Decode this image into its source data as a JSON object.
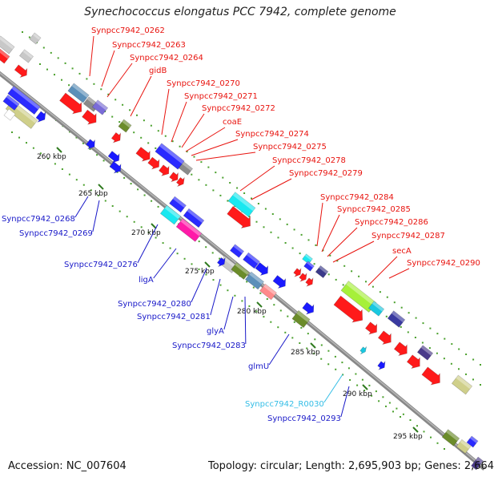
{
  "title": "Synechococcus elongatus PCC 7942, complete genome",
  "footer": {
    "accession": "Accession: NC_007604",
    "summary": "Topology: circular; Length: 2,695,903 bp; Genes: 2,664"
  },
  "colors": {
    "backbone": "#8c8c8c",
    "tick": "#2f7a1f",
    "dot": "#4aa02c",
    "label_top": "#e8130e",
    "label_bottom": "#1818c8",
    "label_rna": "#33bde6",
    "forward": "#ff1a1a",
    "reverse": "#1a1aff"
  },
  "ticks": [
    "260 kbp",
    "265 kbp",
    "270 kbp",
    "275 kbp",
    "280 kbp",
    "285 kbp",
    "290 kbp",
    "295 kbp"
  ],
  "top_labels": [
    "Synpcc7942_0262",
    "Synpcc7942_0263",
    "Synpcc7942_0264",
    "gidB",
    "Synpcc7942_0270",
    "Synpcc7942_0271",
    "Synpcc7942_0272",
    "coaE",
    "Synpcc7942_0274",
    "Synpcc7942_0275",
    "Synpcc7942_0278",
    "Synpcc7942_0279",
    "Synpcc7942_0284",
    "Synpcc7942_0285",
    "Synpcc7942_0286",
    "Synpcc7942_0287",
    "secA",
    "Synpcc7942_0290"
  ],
  "bottom_labels": [
    "Synpcc7942_0268",
    "Synpcc7942_0269",
    "Synpcc7942_0276",
    "ligA",
    "Synpcc7942_0280",
    "Synpcc7942_0281",
    "glyA",
    "Synpcc7942_0283",
    "glmU",
    "Synpcc7942_R0030",
    "Synpcc7942_0293"
  ]
}
